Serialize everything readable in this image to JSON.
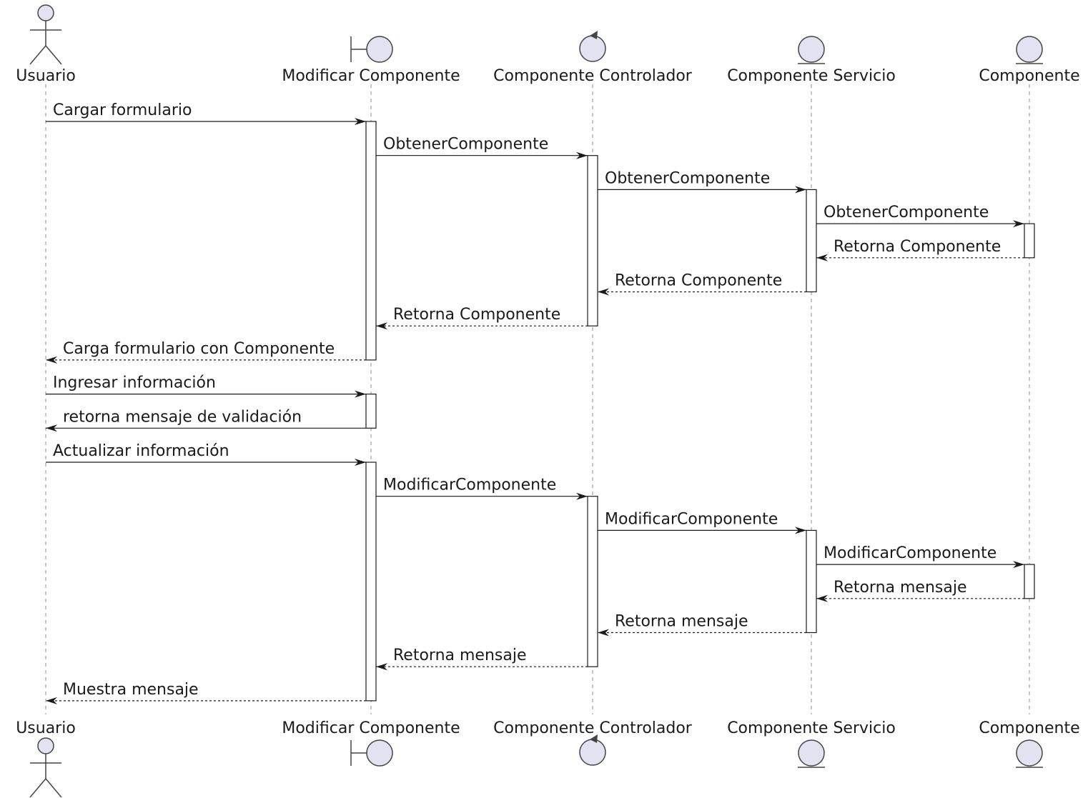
{
  "participants": [
    {
      "id": "user",
      "name": "Usuario",
      "kind": "actor"
    },
    {
      "id": "boundary",
      "name": "Modificar Componente",
      "kind": "boundary"
    },
    {
      "id": "controller",
      "name": "Componente Controlador",
      "kind": "control"
    },
    {
      "id": "service",
      "name": "Componente Servicio",
      "kind": "entity"
    },
    {
      "id": "entity",
      "name": "Componente",
      "kind": "entity"
    }
  ],
  "messages": [
    {
      "from": "user",
      "to": "boundary",
      "label": "Cargar formulario",
      "kind": "sync"
    },
    {
      "from": "boundary",
      "to": "controller",
      "label": "ObtenerComponente",
      "kind": "sync"
    },
    {
      "from": "controller",
      "to": "service",
      "label": "ObtenerComponente",
      "kind": "sync"
    },
    {
      "from": "service",
      "to": "entity",
      "label": "ObtenerComponente",
      "kind": "sync"
    },
    {
      "from": "entity",
      "to": "service",
      "label": "Retorna Componente",
      "kind": "reply"
    },
    {
      "from": "service",
      "to": "controller",
      "label": "Retorna Componente",
      "kind": "reply"
    },
    {
      "from": "controller",
      "to": "boundary",
      "label": "Retorna Componente",
      "kind": "reply"
    },
    {
      "from": "boundary",
      "to": "user",
      "label": "Carga formulario con Componente",
      "kind": "reply"
    },
    {
      "from": "user",
      "to": "boundary",
      "label": "Ingresar información",
      "kind": "sync"
    },
    {
      "from": "boundary",
      "to": "user",
      "label": "retorna mensaje de validación",
      "kind": "sync"
    },
    {
      "from": "user",
      "to": "boundary",
      "label": "Actualizar información",
      "kind": "sync"
    },
    {
      "from": "boundary",
      "to": "controller",
      "label": "ModificarComponente",
      "kind": "sync"
    },
    {
      "from": "controller",
      "to": "service",
      "label": "ModificarComponente",
      "kind": "sync"
    },
    {
      "from": "service",
      "to": "entity",
      "label": "ModificarComponente",
      "kind": "sync"
    },
    {
      "from": "entity",
      "to": "service",
      "label": "Retorna mensaje",
      "kind": "reply"
    },
    {
      "from": "service",
      "to": "controller",
      "label": "Retorna mensaje",
      "kind": "reply"
    },
    {
      "from": "controller",
      "to": "boundary",
      "label": "Retorna mensaje",
      "kind": "reply"
    },
    {
      "from": "boundary",
      "to": "user",
      "label": "Muestra mensaje",
      "kind": "reply"
    }
  ],
  "activations": [
    {
      "participant": "boundary",
      "from_message": 0,
      "to_message": 7
    },
    {
      "participant": "controller",
      "from_message": 1,
      "to_message": 6
    },
    {
      "participant": "service",
      "from_message": 2,
      "to_message": 5
    },
    {
      "participant": "entity",
      "from_message": 3,
      "to_message": 4
    },
    {
      "participant": "boundary",
      "from_message": 8,
      "to_message": 9
    },
    {
      "participant": "boundary",
      "from_message": 10,
      "to_message": 17
    },
    {
      "participant": "controller",
      "from_message": 11,
      "to_message": 16
    },
    {
      "participant": "service",
      "from_message": 12,
      "to_message": 15
    },
    {
      "participant": "entity",
      "from_message": 13,
      "to_message": 14
    }
  ],
  "colors": {
    "participant_fill": "#e2e2f0",
    "participant_stroke": "#444444",
    "line": "#1a1a1a",
    "lifeline": "#8c8c8c"
  }
}
